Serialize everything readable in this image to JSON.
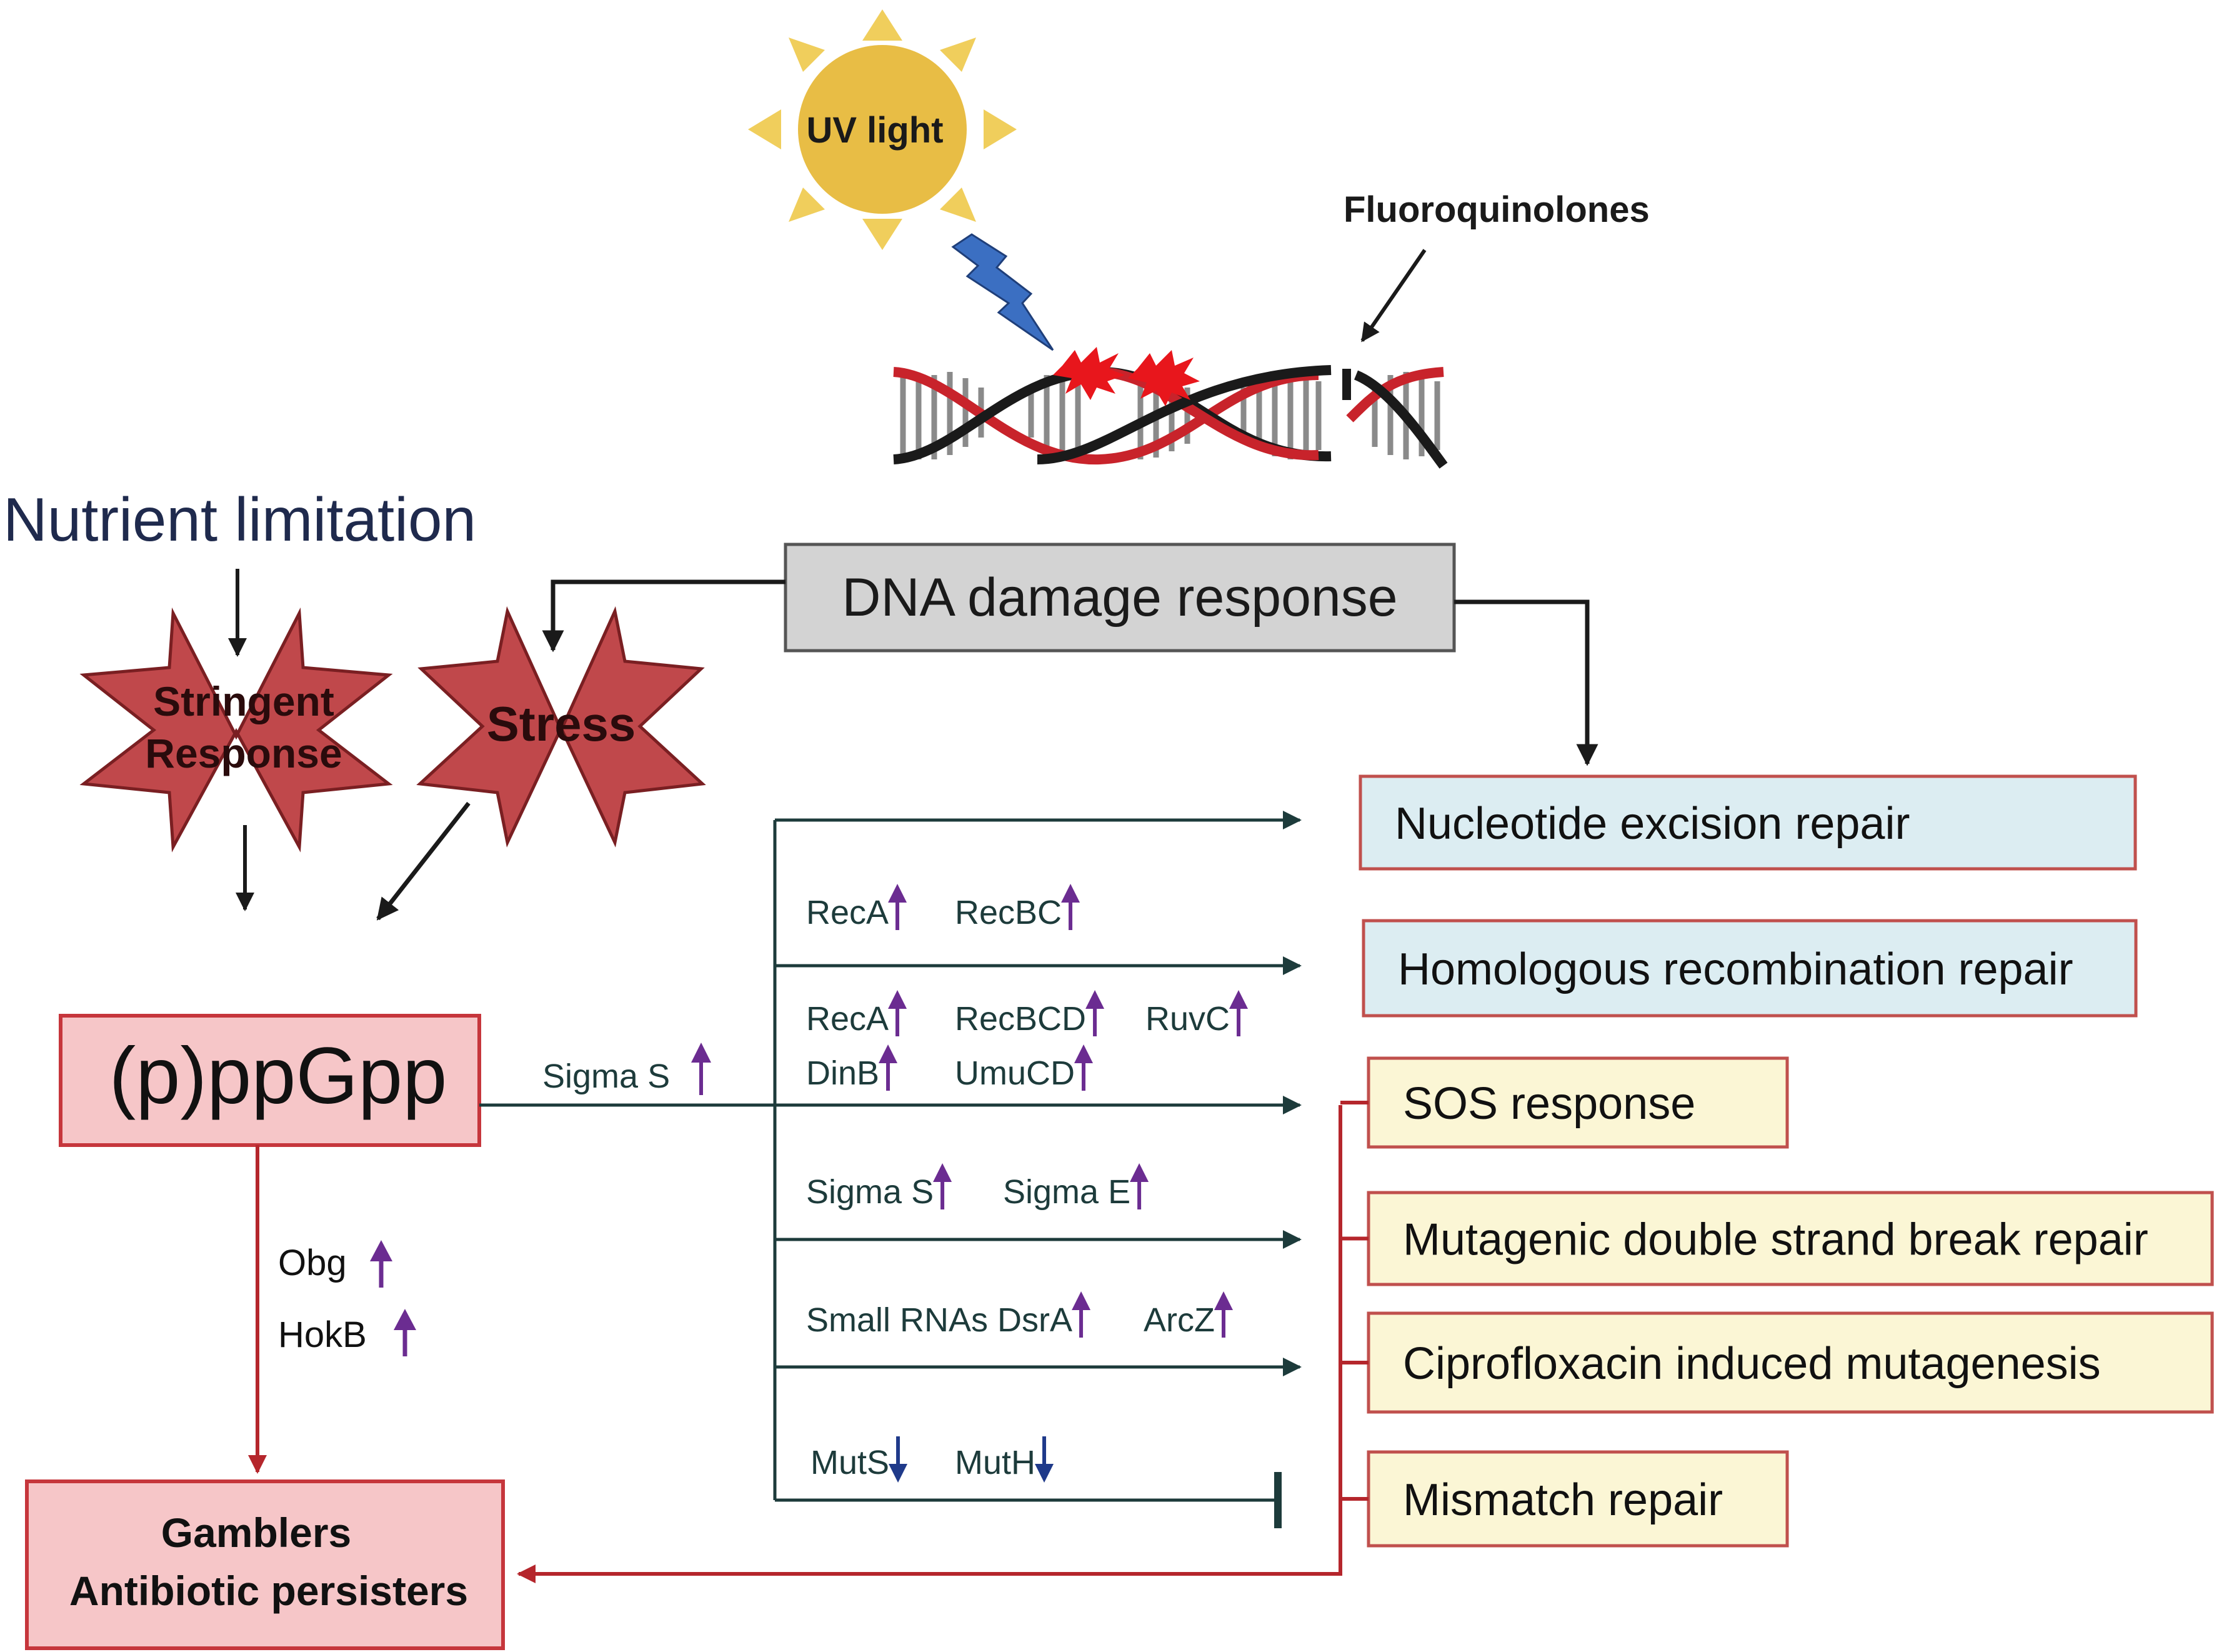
{
  "colors": {
    "sun": "#e8bd45",
    "sun_ray": "#f0ce5c",
    "lightning": "#3b6fc2",
    "dna_red": "#c8232b",
    "dna_black": "#1a1a1a",
    "damage": "#e8161c",
    "star": "#c0484b",
    "star_stroke": "#7a1f22",
    "pink_box": "#f6c6c8",
    "pink_stroke": "#c6363c",
    "blue_box": "#dcedf2",
    "blue_stroke": "#c0504d",
    "yellow_box": "#fbf6d5",
    "yellow_stroke": "#c0504d",
    "gray_box": "#d3d3d3",
    "red_line": "#b5262c",
    "teal_line": "#1d3b3b",
    "up_arrow": "#6b2c91",
    "down_arrow": "#1f3a8a",
    "title_navy": "#1f2a4d"
  },
  "labels": {
    "uv_light": "UV light",
    "fluoroquinolones": "Fluoroquinolones",
    "nutrient_limitation": "Nutrient limitation",
    "stringent_line1": "Stringent",
    "stringent_line2": "Response",
    "stress": "Stress",
    "dna_damage_response": "DNA damage response",
    "ppgpp": "(p)ppGpp",
    "sigma_s_main": "Sigma S",
    "obg": "Obg",
    "hokb": "HokB",
    "gamblers_line1": "Gamblers",
    "gamblers_line2": "Antibiotic persisters"
  },
  "pathway_rows": [
    {
      "regulators": []
    },
    {
      "regulators": [
        {
          "text": "RecA",
          "dir": "up"
        },
        {
          "text": "RecBC",
          "dir": "up"
        }
      ]
    },
    {
      "regulators": [
        {
          "text": "RecA",
          "dir": "up"
        },
        {
          "text": "RecBCD",
          "dir": "up"
        },
        {
          "text": "RuvC",
          "dir": "up"
        },
        {
          "text": "DinB",
          "dir": "up"
        },
        {
          "text": "UmuCD",
          "dir": "up"
        }
      ]
    },
    {
      "regulators": [
        {
          "text": "Sigma S",
          "dir": "up"
        },
        {
          "text": "Sigma E",
          "dir": "up"
        }
      ]
    },
    {
      "regulators": [
        {
          "text": "Small RNAs DsrA",
          "dir": "up"
        },
        {
          "text": "ArcZ",
          "dir": "up"
        }
      ]
    },
    {
      "regulators": [
        {
          "text": "MutS",
          "dir": "down"
        },
        {
          "text": "MutH",
          "dir": "down"
        }
      ]
    }
  ],
  "repair_boxes": [
    {
      "label": "Nucleotide excision repair",
      "style": "blue"
    },
    {
      "label": "Homologous recombination repair",
      "style": "blue"
    },
    {
      "label": "SOS response",
      "style": "yellow"
    },
    {
      "label": "Mutagenic double strand break repair",
      "style": "yellow"
    },
    {
      "label": "Ciprofloxacin induced mutagenesis",
      "style": "yellow"
    },
    {
      "label": "Mismatch repair",
      "style": "yellow"
    }
  ]
}
